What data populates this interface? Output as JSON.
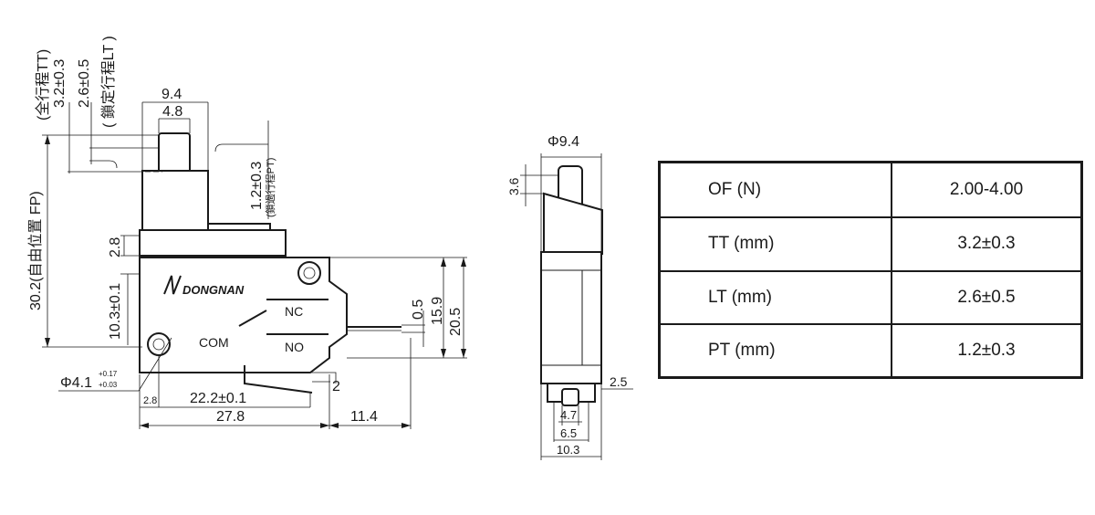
{
  "front_view": {
    "dim_tt": "3.2±0.3",
    "dim_tt_cn": "(全行程TT)",
    "dim_lt": "2.6±0.5",
    "dim_lt_cn": "( 鎖定行程LT )",
    "dim_fp": "30.2(自由位置 FP)",
    "dim_94": "9.4",
    "dim_48": "4.8",
    "dim_pt": "1.2±0.3",
    "dim_pt_cn": "(鎖過行程PT)",
    "dim_28": "2.8",
    "dim_103": "10.3±0.1",
    "dim_hole": "Φ4.1",
    "dim_hole_tol_up": "+0.17",
    "dim_hole_tol_low": "+0.03",
    "dim_28b": "2.8",
    "dim_222": "22.2±0.1",
    "dim_278": "27.8",
    "dim_114": "11.4",
    "dim_2": "2",
    "dim_05": "0.5",
    "dim_159": "15.9",
    "dim_205": "20.5",
    "brand": "DONGNAN",
    "label_nc": "NC",
    "label_no": "NO",
    "label_com": "COM"
  },
  "side_view": {
    "dim_94": "Φ9.4",
    "dim_36": "3.6",
    "dim_25": "2.5",
    "dim_47": "4.7",
    "dim_65": "6.5",
    "dim_103": "10.3"
  },
  "spec_table": {
    "rows": [
      {
        "param": "OF (N)",
        "value": "2.00-4.00"
      },
      {
        "param": "TT (mm)",
        "value": "3.2±0.3"
      },
      {
        "param": "LT (mm)",
        "value": "2.6±0.5"
      },
      {
        "param": "PT (mm)",
        "value": "1.2±0.3"
      }
    ]
  }
}
